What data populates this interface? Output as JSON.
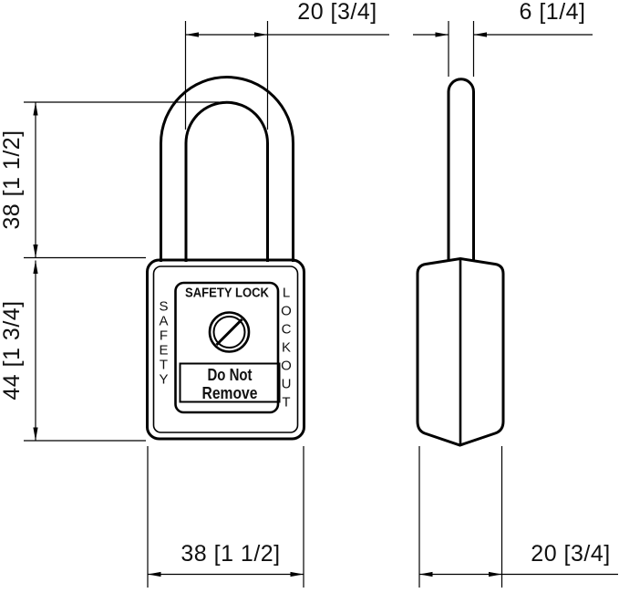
{
  "drawing": {
    "colors": {
      "background": "#ffffff",
      "line": "#000000",
      "text": "#111111"
    },
    "front_view": {
      "plate_title": "SAFETY LOCK",
      "warning": {
        "line1": "Do Not",
        "line2": "Remove"
      },
      "side_text_left": "SAFETY",
      "side_text_right": "LOCKOUT",
      "icon": "keyhole-slash-icon"
    },
    "dimensions": {
      "shackle_inner_width": "20 [3/4]",
      "shackle_diameter": "6 [1/4]",
      "shackle_clearance_height": "38 [1 1/2]",
      "body_height": "44 [1 3/4]",
      "body_width": "38 [1 1/2]",
      "body_depth": "20 [3/4]"
    }
  }
}
